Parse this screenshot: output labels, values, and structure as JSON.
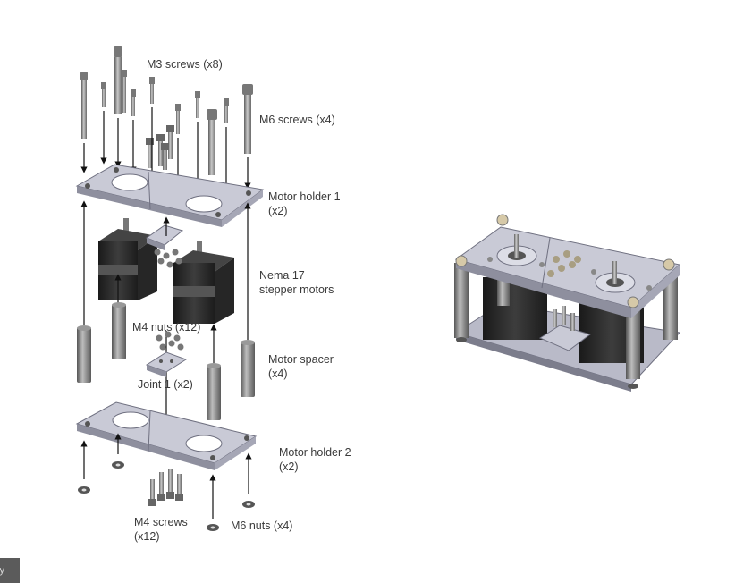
{
  "labels": {
    "m3_screws": "M3 screws (x8)",
    "m6_screws": "M6 screws (x4)",
    "motor_holder_1": [
      "Motor holder 1",
      "(x2)"
    ],
    "nema17": [
      "Nema 17",
      "stepper motors"
    ],
    "m4_nuts": "M4 nuts (x12)",
    "motor_spacer": [
      "Motor spacer",
      "(x4)"
    ],
    "joint1": "Joint 1 (x2)",
    "motor_holder_2": [
      "Motor holder 2",
      "(x2)"
    ],
    "m4_screws": [
      "M4 screws",
      "(x12)"
    ],
    "m6_nuts": "M6 nuts (x4)"
  },
  "corner_button": {
    "label": "ply"
  },
  "colors": {
    "plate": "#c9cad6",
    "plate_edge": "#6f7080",
    "motor": "#2b2b2b",
    "metal": "#9a9a9a",
    "text": "#3a3a3a"
  }
}
